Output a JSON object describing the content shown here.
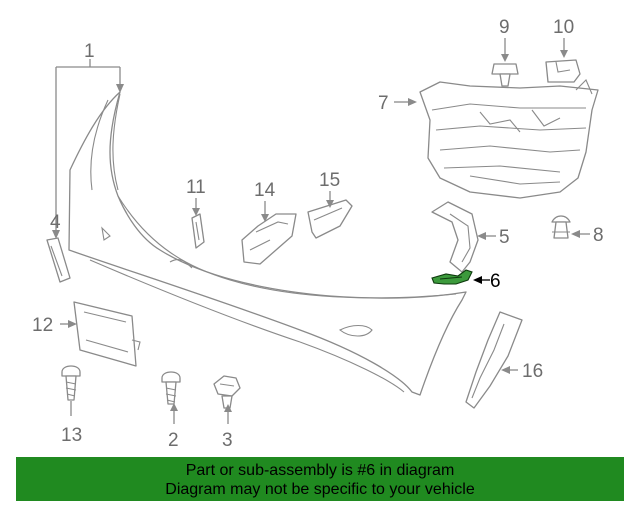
{
  "callouts": {
    "n1": "1",
    "n2": "2",
    "n3": "3",
    "n4": "4",
    "n5": "5",
    "n6": "6",
    "n7": "7",
    "n8": "8",
    "n9": "9",
    "n10": "10",
    "n11": "11",
    "n12": "12",
    "n13": "13",
    "n14": "14",
    "n15": "15",
    "n16": "16"
  },
  "highlight": {
    "part": "6",
    "color": "#3c9a3c"
  },
  "banner": {
    "line1": "Part or sub-assembly is #6 in diagram",
    "line2": "Diagram may not be specific to your vehicle",
    "color": "#208a20"
  }
}
